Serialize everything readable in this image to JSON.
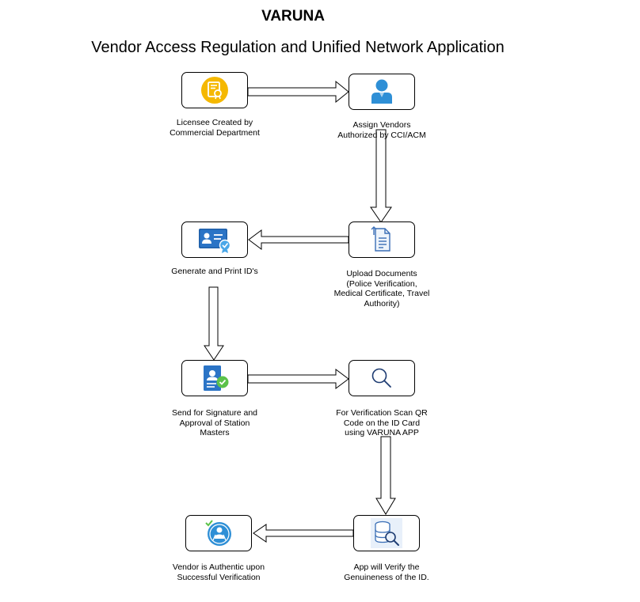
{
  "header": {
    "title": "VARUNA",
    "subtitle": "Vendor Access Regulation and Unified Network Application"
  },
  "steps": [
    {
      "label": "Licensee Created by\nCommercial Department",
      "icon": "certificate-icon"
    },
    {
      "label": "Assign Vendors\nAuthorized by CCI/ACM",
      "icon": "user-icon"
    },
    {
      "label": "Upload Documents\n(Police Verification,\nMedical Certificate, Travel\nAuthority)",
      "icon": "document-icon"
    },
    {
      "label": "Generate and Print ID's",
      "icon": "id-card-icon"
    },
    {
      "label": "Send for Signature and\nApproval of Station\nMasters",
      "icon": "approval-icon"
    },
    {
      "label": "For Verification Scan QR\nCode on the ID Card\nusing VARUNA APP",
      "icon": "search-icon"
    },
    {
      "label": "App will Verify the\nGenuineness of the ID.",
      "icon": "database-search-icon"
    },
    {
      "label": "Vendor is Authentic upon\nSuccessful Verification",
      "icon": "verified-user-icon"
    }
  ],
  "colors": {
    "gold": "#f5b800",
    "blue": "#2e8fd6",
    "dark_blue": "#1f5fa8",
    "green": "#5cc24a"
  }
}
